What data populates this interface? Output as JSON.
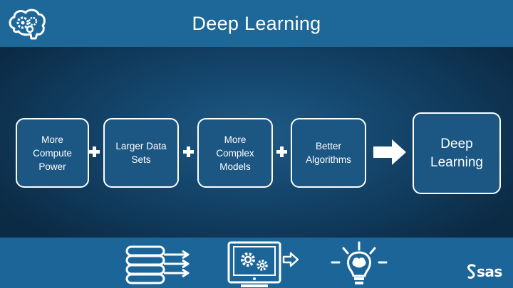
{
  "header": {
    "title": "Deep Learning"
  },
  "flow": {
    "steps": [
      {
        "label": "More\nCompute\nPower"
      },
      {
        "label": "Larger Data\nSets"
      },
      {
        "label": "More\nComplex\nModels"
      },
      {
        "label": "Better\nAlgorithms"
      }
    ],
    "result": {
      "label": "Deep\nLearning"
    }
  },
  "footer": {
    "icons": [
      "data-stack-icon",
      "monitor-gears-icon",
      "lightbulb-brain-icon"
    ],
    "brand": "sas"
  },
  "colors": {
    "header_bg": "#1d6898",
    "main_bg": "#14456b",
    "box_bg": "#1c5683",
    "footer_bg": "#1c6598",
    "foreground": "#ffffff"
  }
}
